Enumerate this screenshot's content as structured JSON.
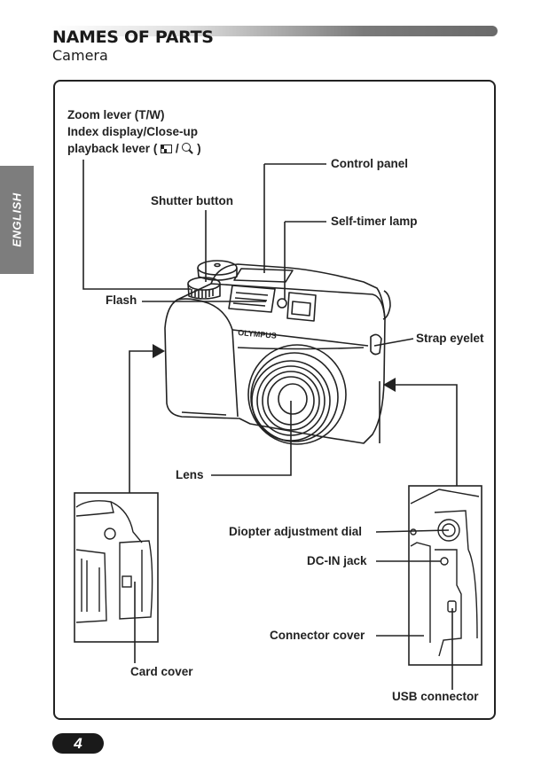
{
  "header": {
    "title": "NAMES OF PARTS",
    "subtitle": "Camera"
  },
  "side_tab": {
    "language": "ENGLISH"
  },
  "diagram": {
    "brand_on_camera": "OLYMPUS",
    "labels": {
      "zoom_lever_line1": "Zoom lever (T/W)",
      "zoom_lever_line2": "Index display/Close-up",
      "zoom_lever_line3_prefix": "playback lever (",
      "zoom_lever_line3_sep": "/",
      "zoom_lever_line3_suffix": ")",
      "control_panel": "Control panel",
      "shutter_button": "Shutter button",
      "self_timer_lamp": "Self-timer lamp",
      "flash": "Flash",
      "strap_eyelet": "Strap eyelet",
      "lens": "Lens",
      "diopter_adjustment_dial": "Diopter adjustment dial",
      "dc_in_jack": "DC-IN jack",
      "connector_cover": "Connector cover",
      "card_cover": "Card cover",
      "usb_connector": "USB connector"
    },
    "icons": [
      "index-display-icon",
      "magnify-icon"
    ]
  },
  "footer": {
    "page_number": "4"
  }
}
